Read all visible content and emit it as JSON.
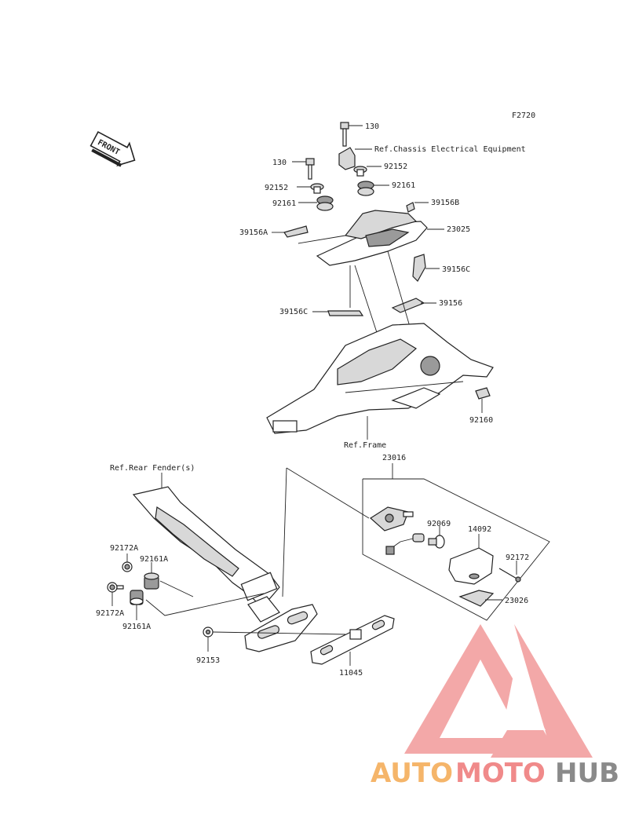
{
  "figure_code": "F2720",
  "front_label": "FRONT",
  "labels": {
    "p130_top": "130",
    "ref_chassis": "Ref.Chassis Electrical Equipment",
    "p130_left": "130",
    "p92152_right": "92152",
    "p92152_left": "92152",
    "p92161_right": "92161",
    "p92161_left": "92161",
    "p39156B": "39156B",
    "p39156A": "39156A",
    "p23025": "23025",
    "p39156C_right": "39156C",
    "p39156": "39156",
    "p39156C_left": "39156C",
    "p92160": "92160",
    "ref_frame": "Ref.Frame",
    "ref_fender": "Ref.Rear Fender(s)",
    "p23016": "23016",
    "p92069": "92069",
    "p14092": "14092",
    "p92172": "92172",
    "p23026": "23026",
    "p92172A_top": "92172A",
    "p92161A_top": "92161A",
    "p92172A_bottom": "92172A",
    "p92161A_bottom": "92161A",
    "p92153": "92153",
    "p11045": "11045"
  },
  "watermark": {
    "part1": "AUTO",
    "part2": "MOTO",
    "part3": "HUB",
    "colors": {
      "orange": "#f5b56a",
      "red": "#f08a8a",
      "gray": "#8a8a8a"
    }
  }
}
